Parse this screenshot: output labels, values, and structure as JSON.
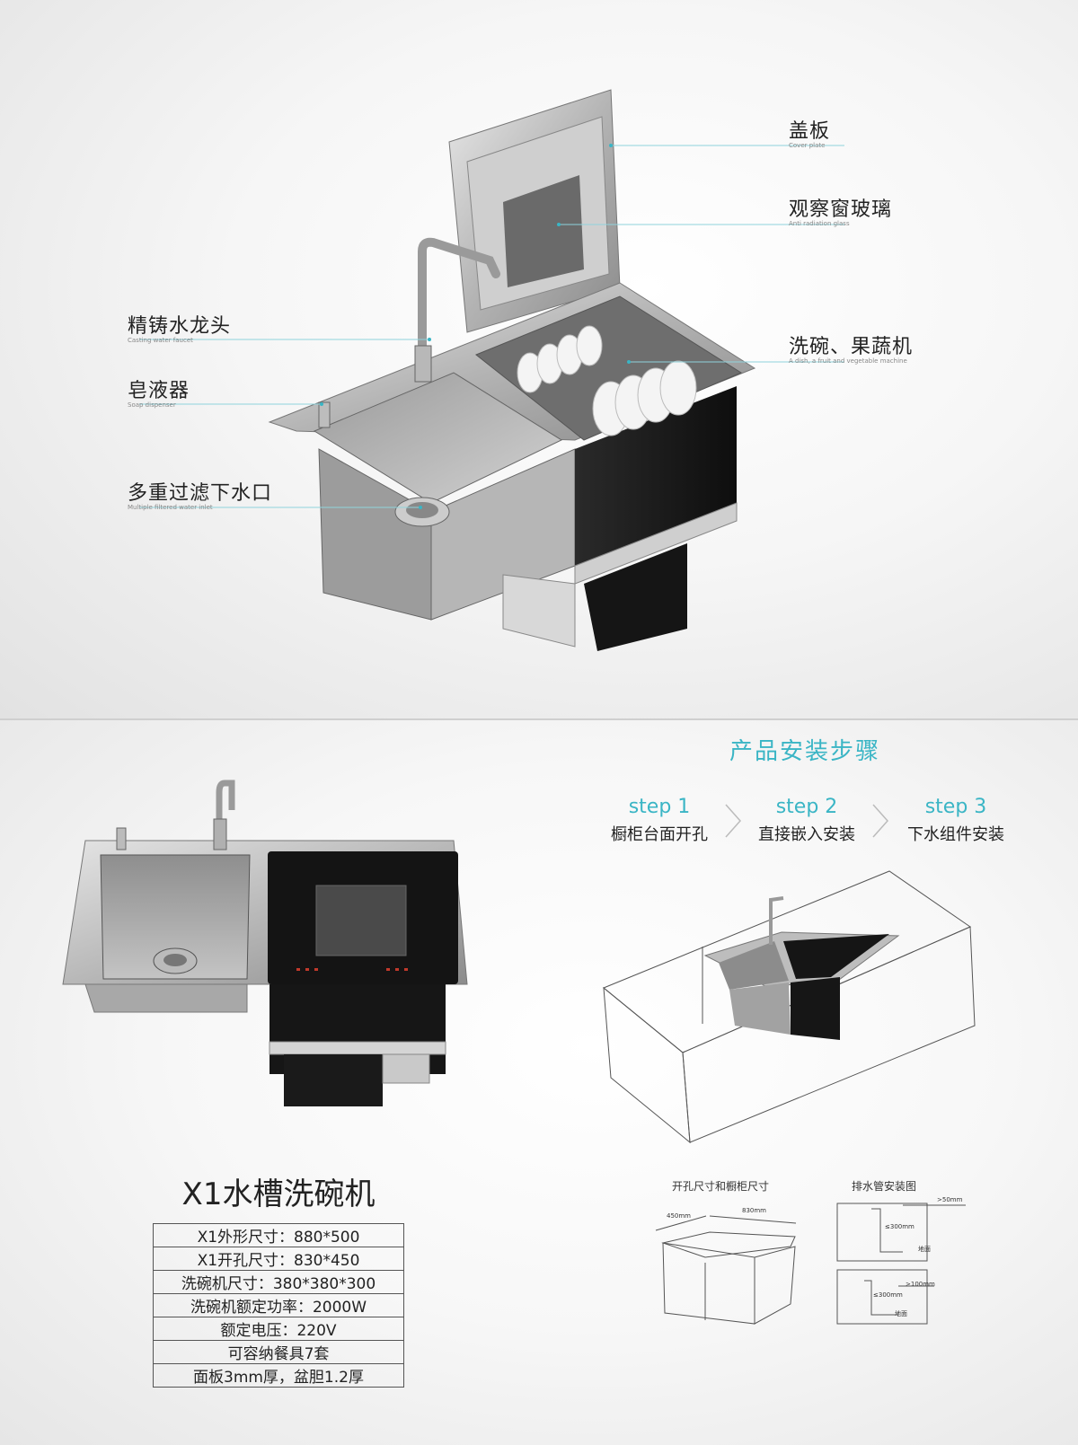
{
  "callouts": [
    {
      "cn": "盖板",
      "en": "Cover plate"
    },
    {
      "cn": "观察窗玻璃",
      "en": "Anti radiation glass"
    },
    {
      "cn": "精铸水龙头",
      "en": "Casting water faucet"
    },
    {
      "cn": "洗碗、果蔬机",
      "en": "A dish, a fruit and vegetable machine"
    },
    {
      "cn": "皂液器",
      "en": "Soap dispenser"
    },
    {
      "cn": "多重过滤下水口",
      "en": "Multiple filtered water inlet"
    }
  ],
  "install": {
    "title": "产品安装步骤",
    "steps": [
      {
        "label": "step 1",
        "desc": "橱柜台面开孔"
      },
      {
        "label": "step 2",
        "desc": "直接嵌入安装"
      },
      {
        "label": "step 3",
        "desc": "下水组件安装"
      }
    ]
  },
  "product": {
    "title": "X1水槽洗碗机",
    "specs": [
      "X1外形尺寸：880*500",
      "X1开孔尺寸：830*450",
      "洗碗机尺寸：380*380*300",
      "洗碗机额定功率：2000W",
      "额定电压：220V",
      "可容纳餐具7套",
      "面板3mm厚，盆胆1.2厚"
    ]
  },
  "diagrams": {
    "left_title": "开孔尺寸和橱柜尺寸",
    "right_title": "排水管安装图",
    "dim_450": "450mm",
    "dim_830": "830mm",
    "dim_50": ">50mm",
    "dim_300a": "≤300mm",
    "dim_300b": "≤300mm",
    "dim_100": ">100mm",
    "floor_a": "地面",
    "floor_b": "地面"
  },
  "colors": {
    "accent": "#3ab5c5",
    "text": "#222222",
    "steel": "#a8a8a8",
    "black_panel": "#1a1a1a"
  }
}
